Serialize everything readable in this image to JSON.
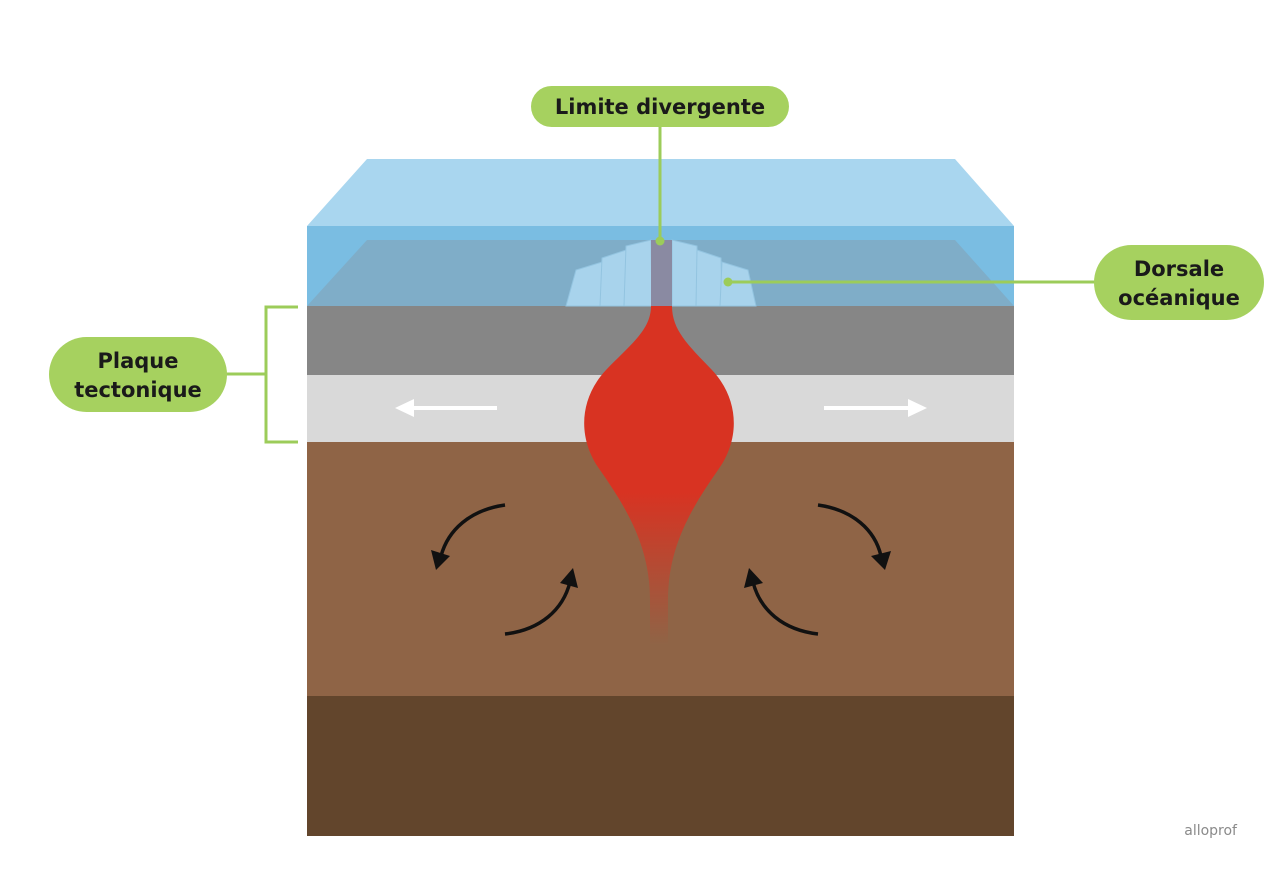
{
  "labels": {
    "divergent_boundary": "Limite divergente",
    "ocean_ridge_line1": "Dorsale",
    "ocean_ridge_line2": "océanique",
    "tectonic_plate_line1": "Plaque",
    "tectonic_plate_line2": "tectonique"
  },
  "brand": {
    "logo_text": "alloprof"
  },
  "colors": {
    "label_bubble": "#a6d15f",
    "connector_line": "#9ccc5a",
    "water_top": "#a9d6ef",
    "water_front": "#7abde2",
    "seafloor_band": "#7fadc8",
    "crust_dark": "#868686",
    "crust_light": "#d9d9d9",
    "mantle_upper": "#8f6446",
    "mantle_lower": "#62452c",
    "magma": "#d83322",
    "rift_gap": "#8a8aa2",
    "ridge_blocks": "#a8d3ec",
    "plate_motion_arrows": "#ffffff",
    "convection_arrows": "#111111"
  },
  "icons": {
    "plate_motion_left": "arrow-left-icon",
    "plate_motion_right": "arrow-right-icon",
    "convection": "curved-arrow-icon"
  }
}
